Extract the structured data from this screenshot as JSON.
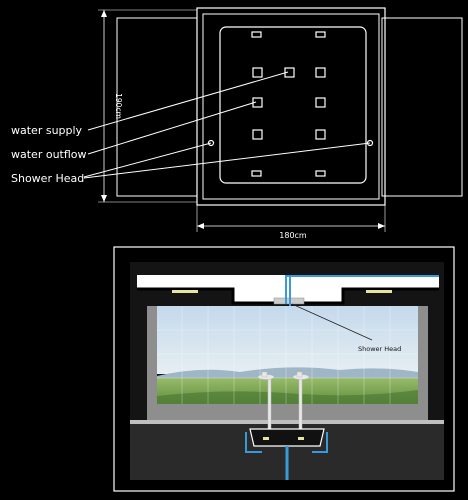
{
  "plan": {
    "labels": {
      "water_supply": "water supply",
      "water_outflow": "water outflow",
      "shower_head": "Shower Head"
    },
    "dimensions": {
      "height": "190cm",
      "width": "180cm"
    }
  },
  "section": {
    "labels": {
      "shower_head": "Shower Head"
    }
  },
  "colors": {
    "background": "#000000",
    "line": "#ffffff",
    "water_pipe": "#3a9ad9",
    "sky": "#cfe0ee",
    "field": "#7fae55",
    "wall": "#8e8e8e",
    "basin": "#1c1c1c"
  }
}
